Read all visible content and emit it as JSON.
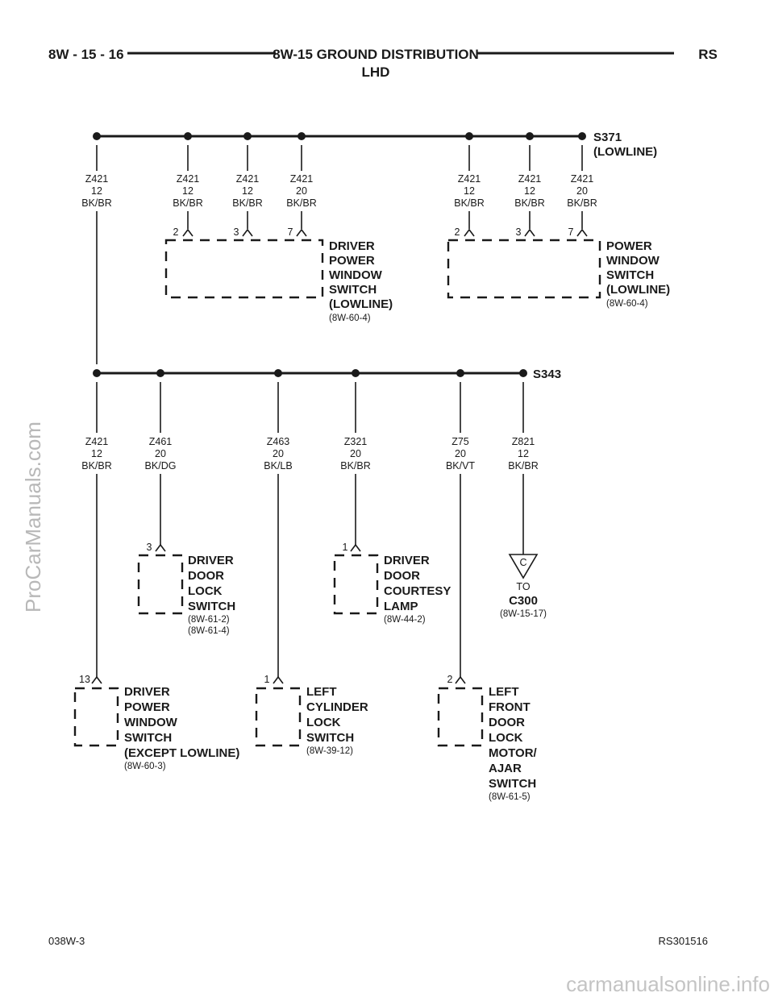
{
  "header": {
    "page_number": "8W - 15 - 16",
    "title": "8W-15 GROUND DISTRIBUTION",
    "subtitle": "LHD",
    "section_code": "RS"
  },
  "splices": {
    "s371": {
      "name": "S371",
      "note": "(LOWLINE)"
    },
    "s343": {
      "name": "S343"
    }
  },
  "top_wires": [
    {
      "circuit": "Z421",
      "gauge": "12",
      "color": "BK/BR"
    },
    {
      "circuit": "Z421",
      "gauge": "12",
      "color": "BK/BR"
    },
    {
      "circuit": "Z421",
      "gauge": "12",
      "color": "BK/BR"
    },
    {
      "circuit": "Z421",
      "gauge": "20",
      "color": "BK/BR"
    },
    {
      "circuit": "Z421",
      "gauge": "12",
      "color": "BK/BR"
    },
    {
      "circuit": "Z421",
      "gauge": "12",
      "color": "BK/BR"
    },
    {
      "circuit": "Z421",
      "gauge": "20",
      "color": "BK/BR"
    }
  ],
  "mid_wires": [
    {
      "circuit": "Z421",
      "gauge": "12",
      "color": "BK/BR"
    },
    {
      "circuit": "Z461",
      "gauge": "20",
      "color": "BK/DG"
    },
    {
      "circuit": "Z463",
      "gauge": "20",
      "color": "BK/LB"
    },
    {
      "circuit": "Z321",
      "gauge": "20",
      "color": "BK/BR"
    },
    {
      "circuit": "Z75",
      "gauge": "20",
      "color": "BK/VT"
    },
    {
      "circuit": "Z821",
      "gauge": "12",
      "color": "BK/BR"
    }
  ],
  "pins": {
    "dpws_low": [
      "2",
      "3",
      "7"
    ],
    "pws_low": [
      "2",
      "3",
      "7"
    ],
    "ddls": "3",
    "ddcl": "1",
    "dpws_exc": "13",
    "lcls": "1",
    "lfdlm": "2"
  },
  "components": {
    "dpws_low": {
      "lines": [
        "DRIVER",
        "POWER",
        "WINDOW",
        "SWITCH",
        "(LOWLINE)"
      ],
      "refs": [
        "(8W-60-4)"
      ]
    },
    "pws_low": {
      "lines": [
        "POWER",
        "WINDOW",
        "SWITCH",
        "(LOWLINE)"
      ],
      "refs": [
        "(8W-60-4)"
      ]
    },
    "ddls": {
      "lines": [
        "DRIVER",
        "DOOR",
        "LOCK",
        "SWITCH"
      ],
      "refs": [
        "(8W-61-2)",
        "(8W-61-4)"
      ]
    },
    "ddcl": {
      "lines": [
        "DRIVER",
        "DOOR",
        "COURTESY",
        "LAMP"
      ],
      "refs": [
        "(8W-44-2)"
      ]
    },
    "dpws_exc": {
      "lines": [
        "DRIVER",
        "POWER",
        "WINDOW",
        "SWITCH",
        "(EXCEPT LOWLINE)"
      ],
      "refs": [
        "(8W-60-3)"
      ]
    },
    "lcls": {
      "lines": [
        "LEFT",
        "CYLINDER",
        "LOCK",
        "SWITCH"
      ],
      "refs": [
        "(8W-39-12)"
      ]
    },
    "lfdlm": {
      "lines": [
        "LEFT",
        "FRONT",
        "DOOR",
        "LOCK",
        "MOTOR/",
        "AJAR",
        "SWITCH"
      ],
      "refs": [
        "(8W-61-5)"
      ]
    }
  },
  "connector_ref": {
    "letter": "C",
    "to": "TO",
    "name": "C300",
    "ref": "(8W-15-17)"
  },
  "footer": {
    "left_code": "038W-3",
    "right_code": "RS301516"
  },
  "watermarks": {
    "side": "ProCarManuals.com",
    "bottom": "carmanualsonline.info"
  },
  "colors": {
    "ink": "#1a1a1a",
    "background": "#ffffff",
    "watermark": "#bdbdbd"
  }
}
